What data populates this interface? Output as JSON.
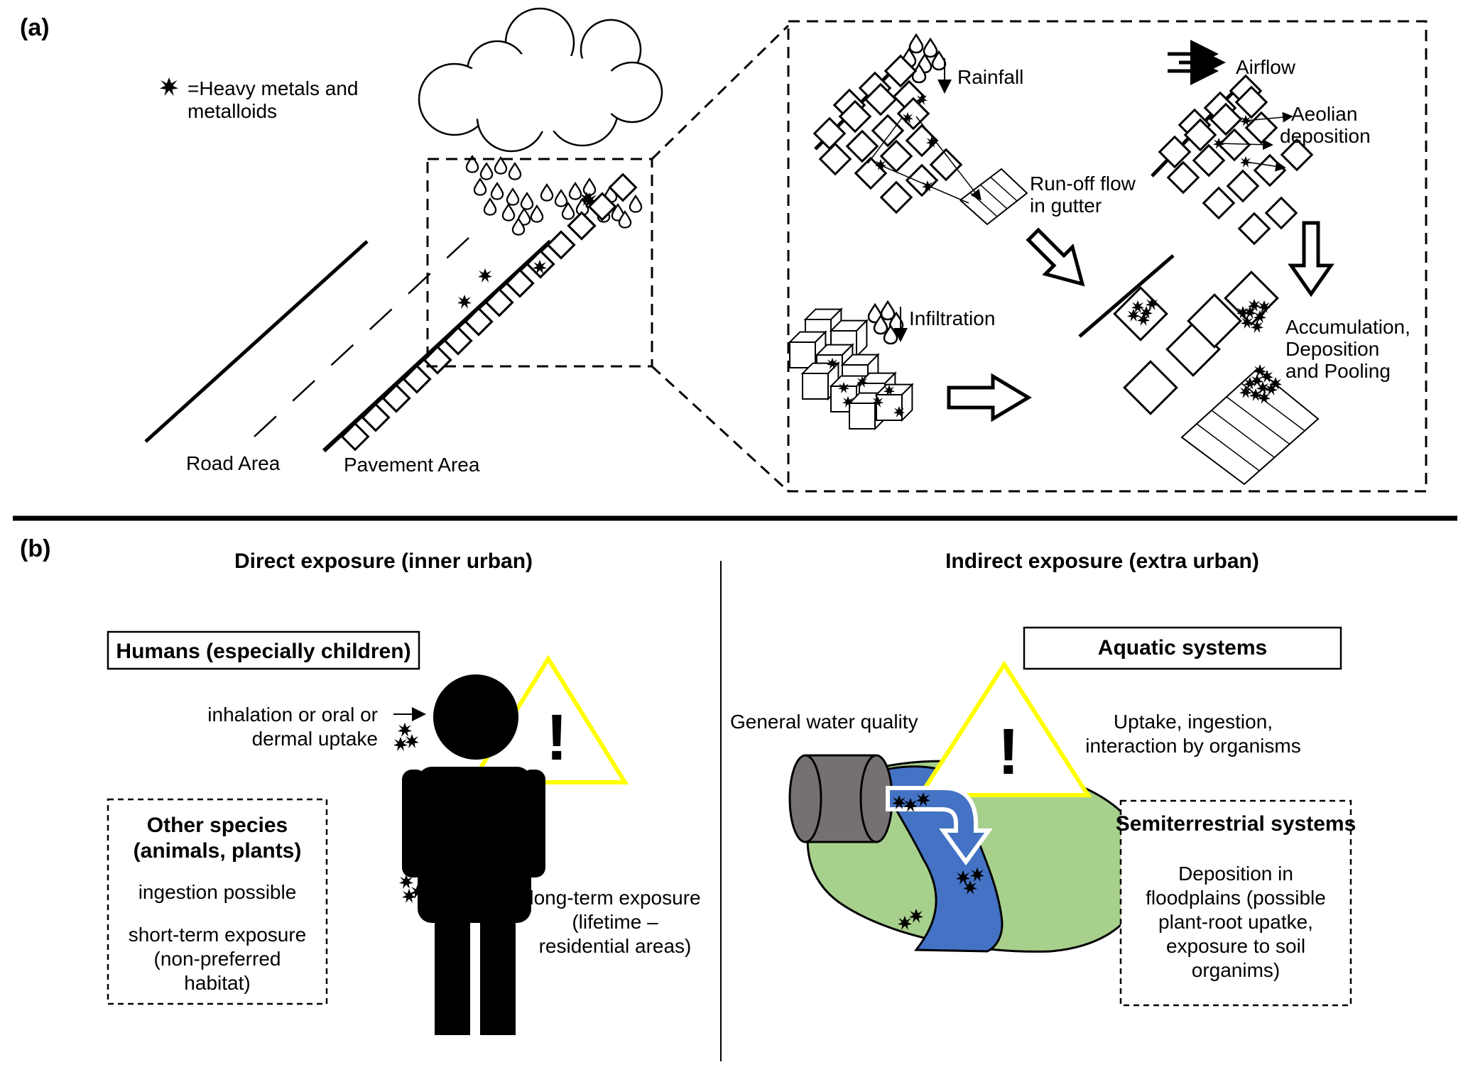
{
  "panel_a": {
    "tag": "(a)",
    "legend": {
      "line1": "=Heavy metals and",
      "line2": "metalloids",
      "icon": "heavy-metal-star-icon"
    },
    "road_label": "Road Area",
    "pavement_label": "Pavement Area",
    "zoom": {
      "rainfall": "Rainfall",
      "runoff_line1": "Run-off flow",
      "runoff_line2": "in gutter",
      "airflow": "Airflow",
      "aeolian_line1": "Aeolian",
      "aeolian_line2": "deposition",
      "infiltration": "Infiltration",
      "accum_line1": "Accumulation,",
      "accum_line2": "Deposition",
      "accum_line3": "and Pooling"
    }
  },
  "panel_b": {
    "tag": "(b)",
    "direct": {
      "heading": "Direct exposure (inner urban)",
      "humans_box": "Humans (especially children)",
      "uptake_line1": "inhalation or oral or",
      "uptake_line2": "dermal uptake",
      "other_title_line1": "Other species",
      "other_title_line2": "(animals, plants)",
      "other_line1": "ingestion possible",
      "other_line2": "short-term exposure",
      "other_line3": "(non-preferred",
      "other_line4": "habitat)",
      "longterm_line1": "long-term exposure",
      "longterm_line2": "(lifetime –",
      "longterm_line3": "residential areas)",
      "warning_symbol": "!"
    },
    "indirect": {
      "heading": "Indirect exposure (extra urban)",
      "aquatic_box": "Aquatic systems",
      "water_quality": "General water quality",
      "uptake_line1": "Uptake, ingestion,",
      "uptake_line2": "interaction by organisms",
      "semi_title": "Semiterrestrial systems",
      "semi_line1": "Deposition in",
      "semi_line2": "floodplains (possible",
      "semi_line3": "plant-root upatke,",
      "semi_line4": "exposure to soil",
      "semi_line5": "organims)",
      "warning_symbol": "!"
    }
  },
  "colors": {
    "warning_yellow": "#ffff00",
    "land_green": "#a8d08d",
    "water_blue": "#4472c4",
    "pipe_gray": "#767171"
  }
}
